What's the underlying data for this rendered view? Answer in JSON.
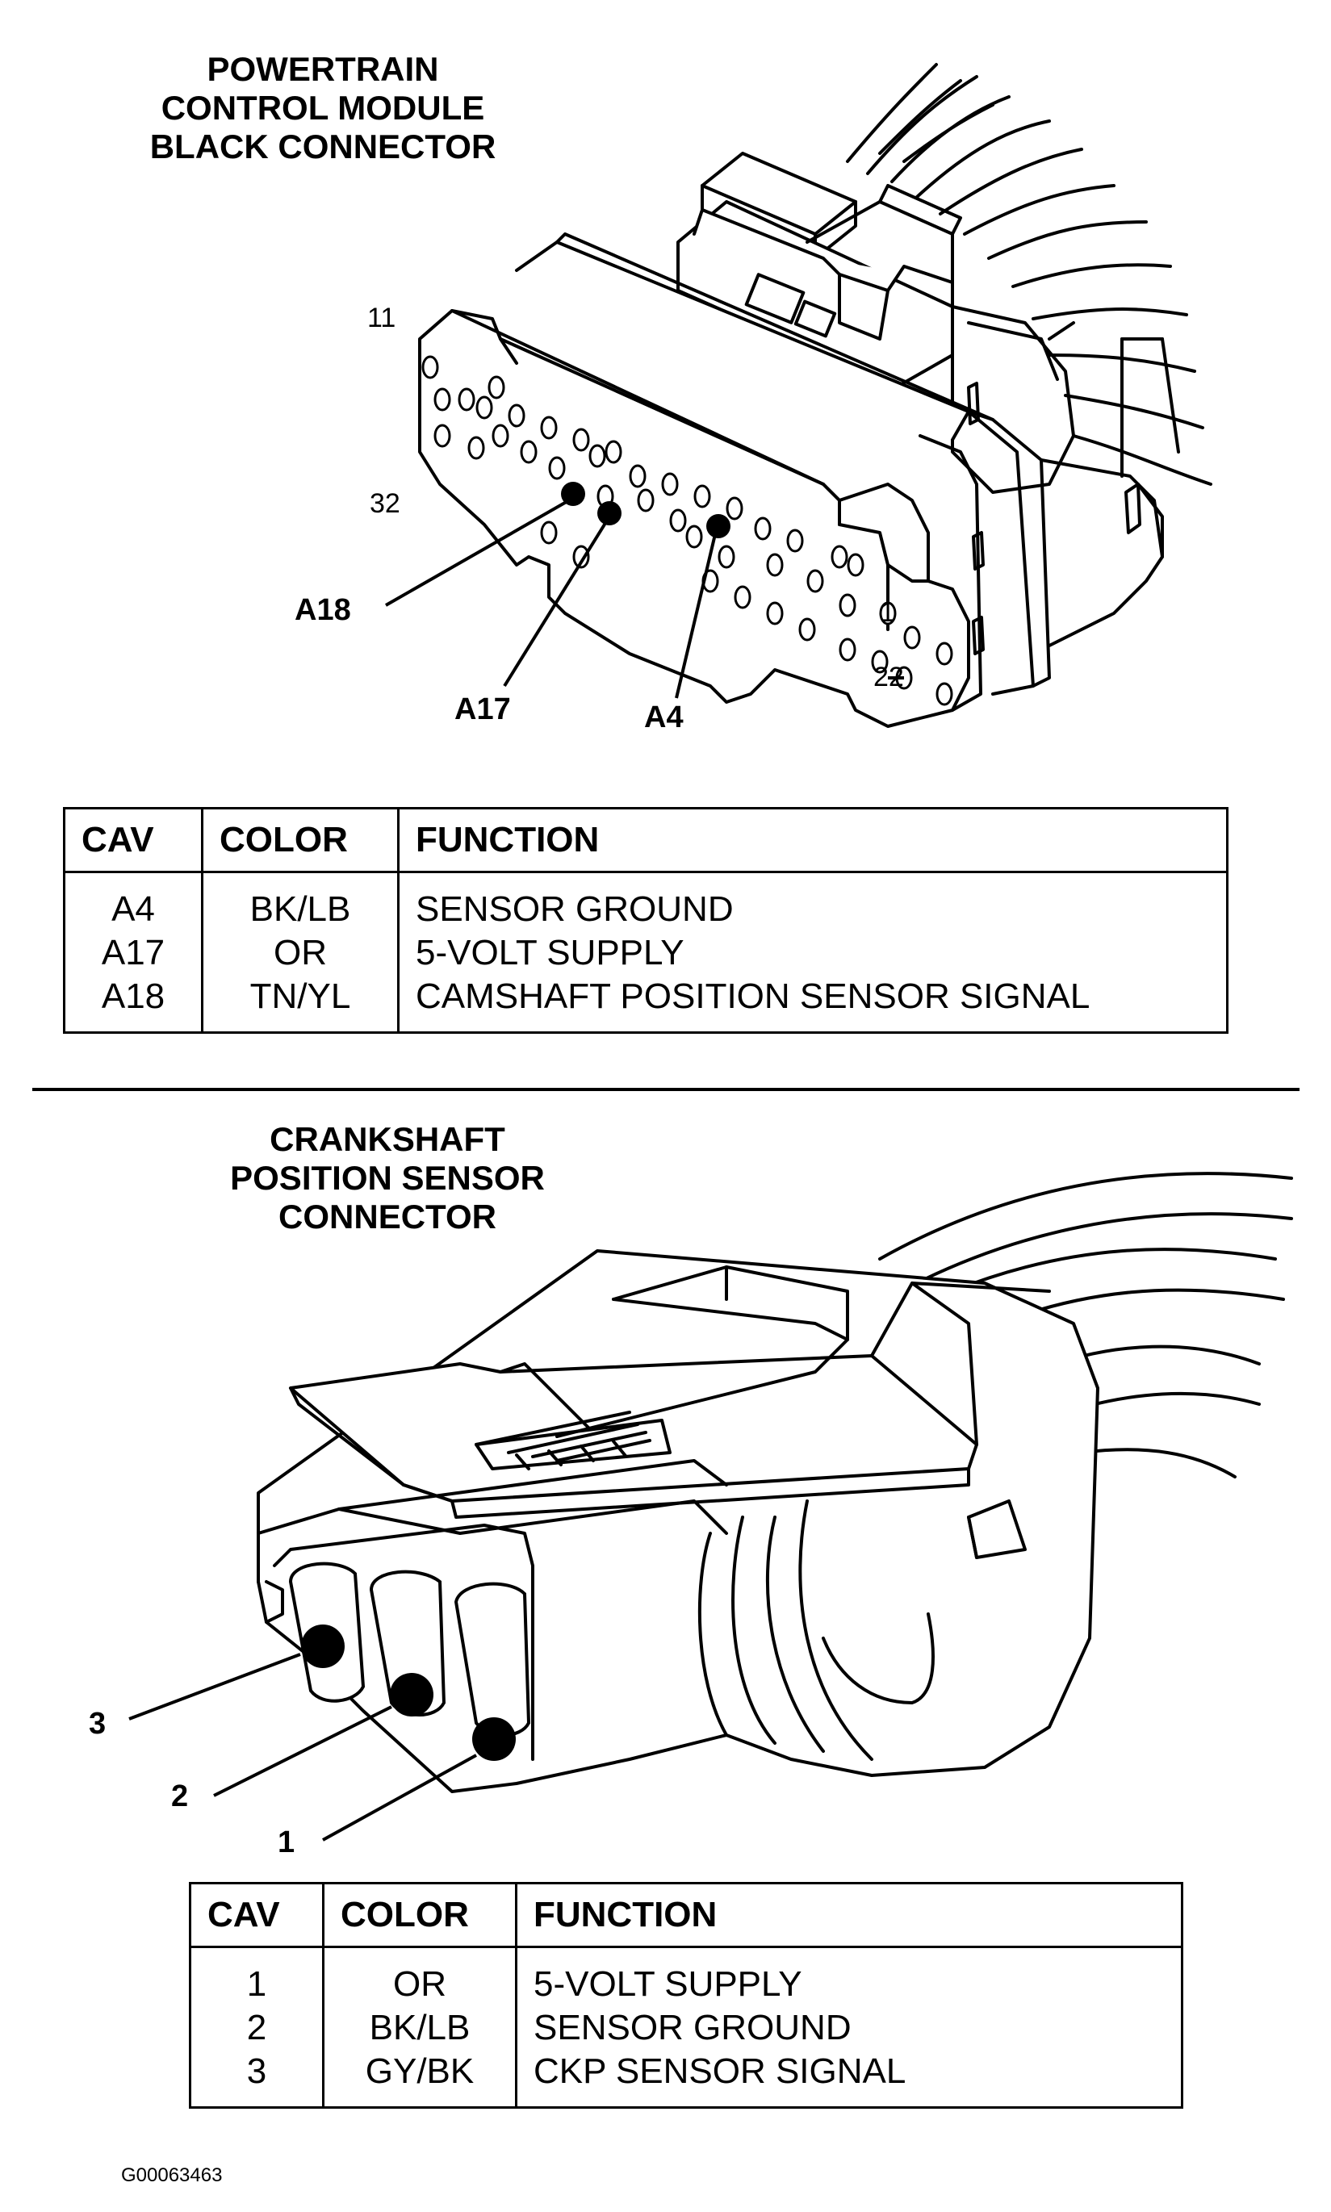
{
  "pcm_connector": {
    "title": [
      "POWERTRAIN",
      "CONTROL MODULE",
      "BLACK CONNECTOR"
    ],
    "pin_numbers": {
      "p11": "11",
      "p32": "32",
      "p1": "1",
      "p22": "22"
    },
    "callouts": {
      "a18": "A18",
      "a17": "A17",
      "a4": "A4"
    },
    "table": {
      "headers": {
        "cav": "CAV",
        "color": "COLOR",
        "function": "FUNCTION"
      },
      "rows": [
        {
          "cav": "A4",
          "color": "BK/LB",
          "function": "SENSOR GROUND"
        },
        {
          "cav": "A17",
          "color": "OR",
          "function": "5-VOLT SUPPLY"
        },
        {
          "cav": "A18",
          "color": "TN/YL",
          "function": "CAMSHAFT POSITION SENSOR SIGNAL"
        }
      ]
    }
  },
  "ckp_connector": {
    "title": [
      "CRANKSHAFT",
      "POSITION SENSOR",
      "CONNECTOR"
    ],
    "callouts": {
      "c3": "3",
      "c2": "2",
      "c1": "1"
    },
    "table": {
      "headers": {
        "cav": "CAV",
        "color": "COLOR",
        "function": "FUNCTION"
      },
      "rows": [
        {
          "cav": "1",
          "color": "OR",
          "function": "5-VOLT SUPPLY"
        },
        {
          "cav": "2",
          "color": "BK/LB",
          "function": "SENSOR GROUND"
        },
        {
          "cav": "3",
          "color": "GY/BK",
          "function": "CKP SENSOR SIGNAL"
        }
      ]
    }
  },
  "figure_id": "G00063463"
}
